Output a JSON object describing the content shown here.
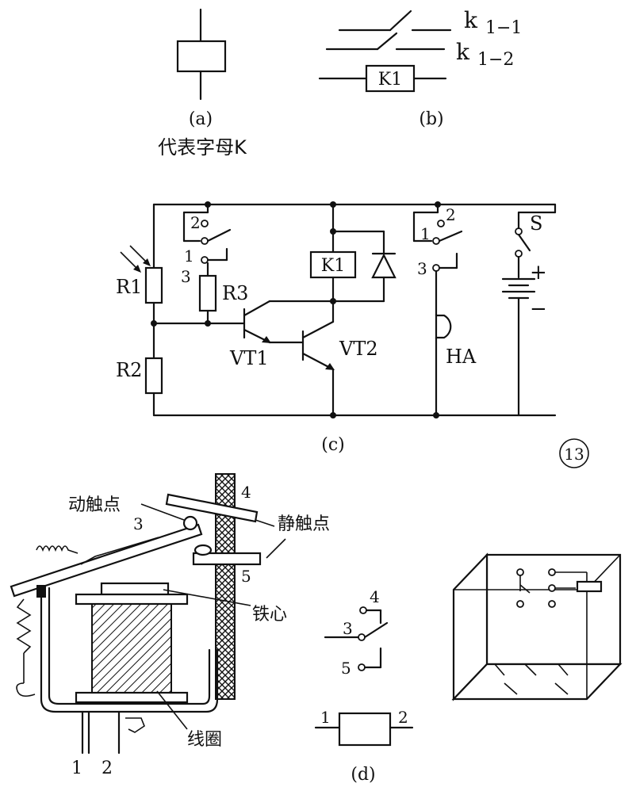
{
  "panel_a": {
    "label": "(a)",
    "caption": "代表字母K"
  },
  "panel_b": {
    "label": "(b)",
    "contact_1": "k",
    "contact_1_sub": "1−1",
    "contact_2": "k",
    "contact_2_sub": "1−2",
    "coil": "K1"
  },
  "panel_c": {
    "label": "(c)",
    "r1": "R1",
    "r2": "R2",
    "r3": "R3",
    "vt1": "VT1",
    "vt2": "VT2",
    "coil": "K1",
    "ha": "HA",
    "switch": "S",
    "plus": "+",
    "minus": "−",
    "sw1_pin1": "1",
    "sw1_pin2": "2",
    "sw1_pin3": "3",
    "sw2_pin1": "1",
    "sw2_pin2": "2",
    "sw2_pin3": "3"
  },
  "figure_number": "13",
  "panel_d": {
    "label": "(d)",
    "moving_contact": "动触点",
    "static_contact": "静触点",
    "iron_core": "铁心",
    "coil": "线圈",
    "pin_3": "3",
    "pin_4": "4",
    "pin_5": "5",
    "pin_1": "1",
    "pin_2": "2",
    "sym_pin_4": "4",
    "sym_pin_3": "3",
    "sym_pin_5": "5",
    "coil_pin_1": "1",
    "coil_pin_2": "2"
  }
}
